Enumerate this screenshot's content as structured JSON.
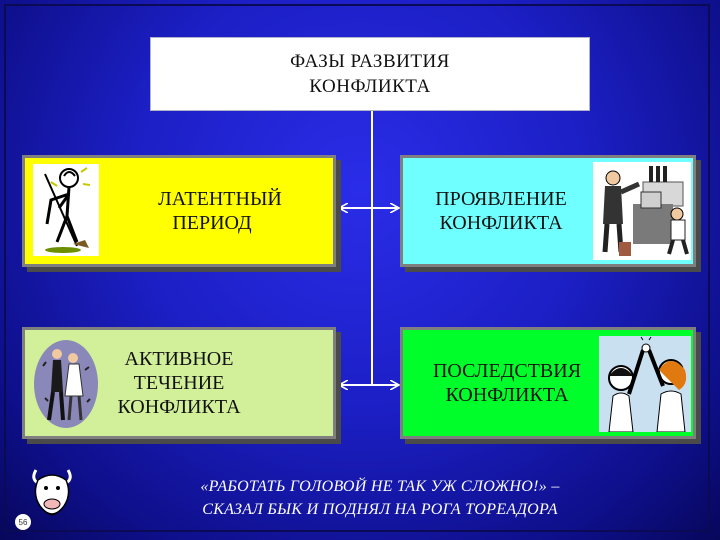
{
  "title": {
    "line1": "ФАЗЫ РАЗВИТИЯ",
    "line2": "КОНФЛИКТА"
  },
  "phases": {
    "latent": {
      "line1": "ЛАТЕНТНЫЙ",
      "line2": "ПЕРИОД"
    },
    "manifestation": {
      "line1": "ПРОЯВЛЕНИЕ",
      "line2": "КОНФЛИКТА"
    },
    "active": {
      "line1": "АКТИВНОЕ",
      "line2": "ТЕЧЕНИЕ",
      "line3": "КОНФЛИКТА"
    },
    "consequences": {
      "line1": "ПОСЛЕДСТВИЯ",
      "line2": "КОНФЛИКТА"
    }
  },
  "quote": {
    "line1": "«РАБОТАТЬ ГОЛОВОЙ НЕ ТАК УЖ СЛОЖНО!» –",
    "line2": "СКАЗАЛ БЫК И ПОДНЯЛ НА РОГА ТОРЕАДОРА"
  },
  "slide_number": "56",
  "colors": {
    "background": "#1c1fc4",
    "latent": "#ffff00",
    "manifestation": "#70ffff",
    "active": "#d2f09a",
    "consequences": "#00ff2a"
  }
}
